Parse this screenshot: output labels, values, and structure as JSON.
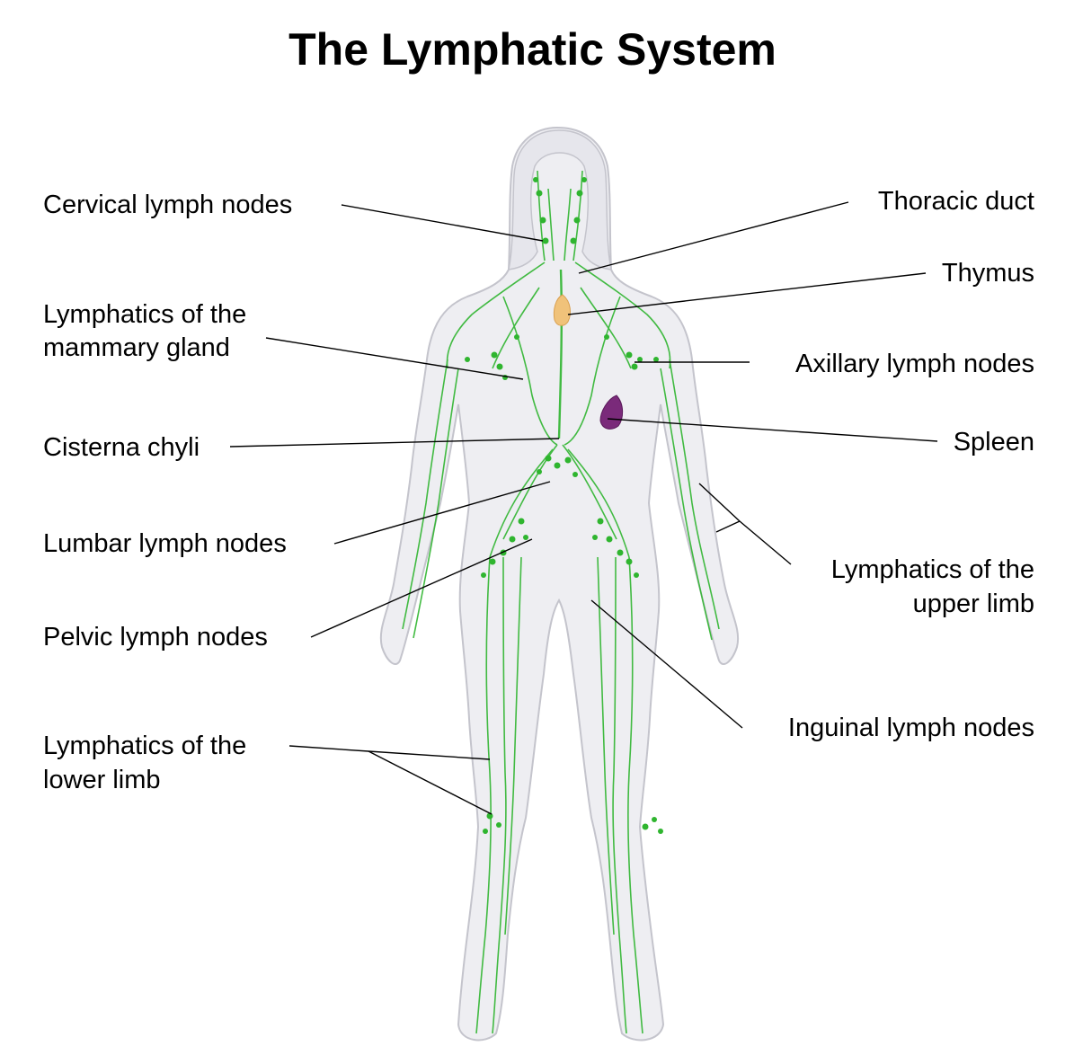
{
  "title": "The Lymphatic System",
  "colors": {
    "lymph_green": "#2fb52f",
    "body_fill": "#eeeef2",
    "body_outline": "#c4c4cc",
    "thymus": "#f0c27a",
    "spleen": "#7a2a7a",
    "leader_line": "#000000"
  },
  "labels": {
    "cervical": "Cervical lymph nodes",
    "mammary": [
      "Lymphatics of the",
      "mammary gland"
    ],
    "cisterna": "Cisterna chyli",
    "lumbar": "Lumbar lymph nodes",
    "pelvic": "Pelvic lymph nodes",
    "lower_limb": [
      "Lymphatics of the",
      "lower limb"
    ],
    "thoracic": "Thoracic duct",
    "thymus": "Thymus",
    "axillary": "Axillary lymph nodes",
    "spleen": "Spleen",
    "upper_limb": [
      "Lymphatics of the",
      "upper limb"
    ],
    "inguinal": "Inguinal lymph nodes"
  }
}
